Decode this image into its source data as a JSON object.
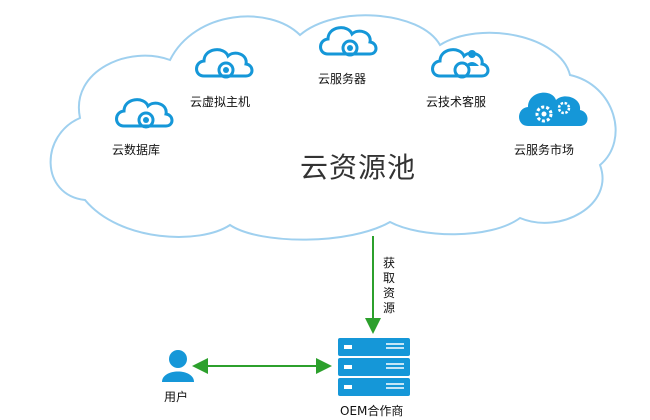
{
  "pool": {
    "title": "云资源池",
    "services": [
      {
        "label": "云数据库",
        "icon": "cloud-icon"
      },
      {
        "label": "云虚拟主机",
        "icon": "cloud-icon"
      },
      {
        "label": "云服务器",
        "icon": "cloud-icon"
      },
      {
        "label": "云技术客服",
        "icon": "cloud-person-icon"
      },
      {
        "label": "云服务市场",
        "icon": "gear-cloud-icon"
      }
    ]
  },
  "arrow_label": [
    "获",
    "取",
    "资",
    "源"
  ],
  "user": {
    "label": "用户",
    "icon": "user-icon"
  },
  "server": {
    "label": "OEM合作商",
    "icon": "server-icon"
  },
  "colors": {
    "icon_blue": "#1597d8",
    "cloud_outline": "#9fd0ef",
    "arrow_green": "#2ca02c"
  }
}
